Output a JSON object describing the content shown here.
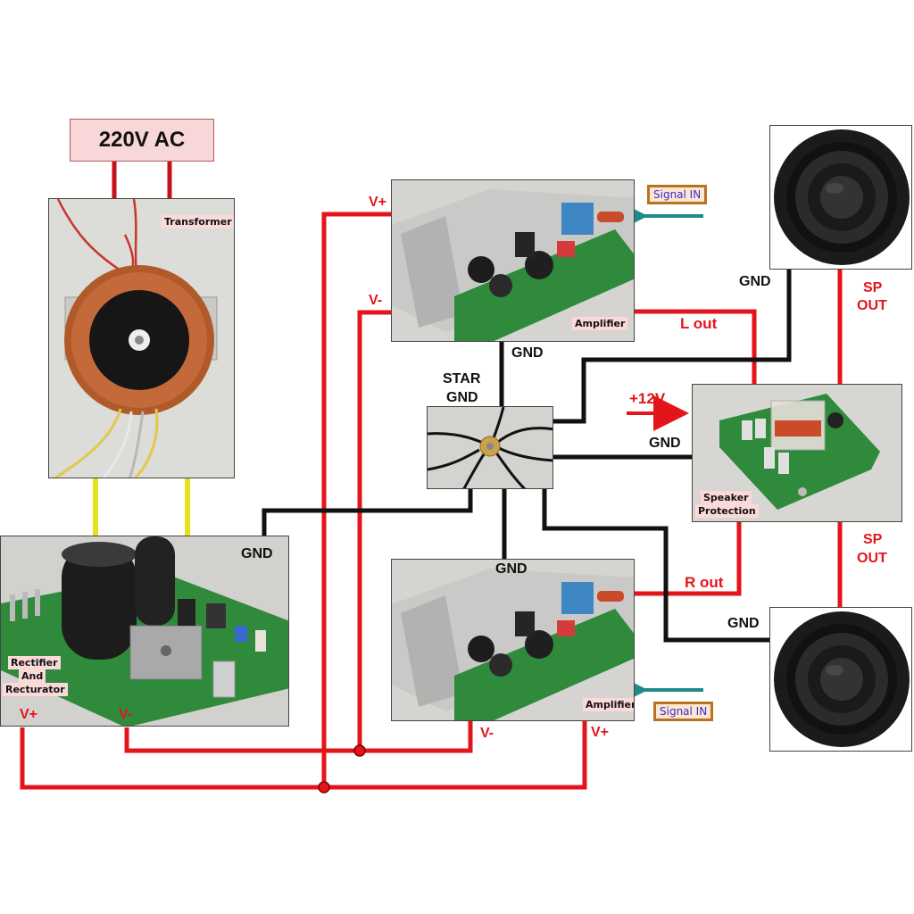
{
  "power_source": {
    "label": "220V AC"
  },
  "blocks": {
    "transformer": {
      "label": "Transformer"
    },
    "rectifier": {
      "label_line1": "Rectifier",
      "label_line2": "And",
      "label_line3": "Recturator"
    },
    "amp_top": {
      "label": "Amplifier"
    },
    "amp_bottom": {
      "label": "Amplifier"
    },
    "speaker_protection": {
      "label_line1": "Speaker",
      "label_line2": "Protection"
    },
    "star_gnd": {
      "label_line1": "STAR",
      "label_line2": "GND"
    }
  },
  "signal_inputs": {
    "top": "Signal IN",
    "bottom": "Signal IN"
  },
  "wire_labels": {
    "top_v_plus": "V+",
    "top_v_minus": "V-",
    "amp_top_gnd": "GND",
    "l_out": "L out",
    "speaker_top_gnd": "GND",
    "sp_out_top_line1": "SP",
    "sp_out_top_line2": "OUT",
    "plus_12v": "+12V",
    "protection_gnd": "GND",
    "rectifier_gnd": "GND",
    "amp_bottom_gnd": "GND",
    "r_out": "R out",
    "sp_out_bottom_line1": "SP",
    "sp_out_bottom_line2": "OUT",
    "speaker_bottom_gnd": "GND",
    "rect_v_plus": "V+",
    "rect_v_minus": "V-",
    "bottom_v_minus": "V-",
    "bottom_v_plus": "V+"
  },
  "colors": {
    "power_wire": "#e4141b",
    "ground_wire": "#111111",
    "transformer_wire": "#e6e21a",
    "arrow_signal": "#1f8a8a",
    "pcb": "#2f8a3c"
  }
}
